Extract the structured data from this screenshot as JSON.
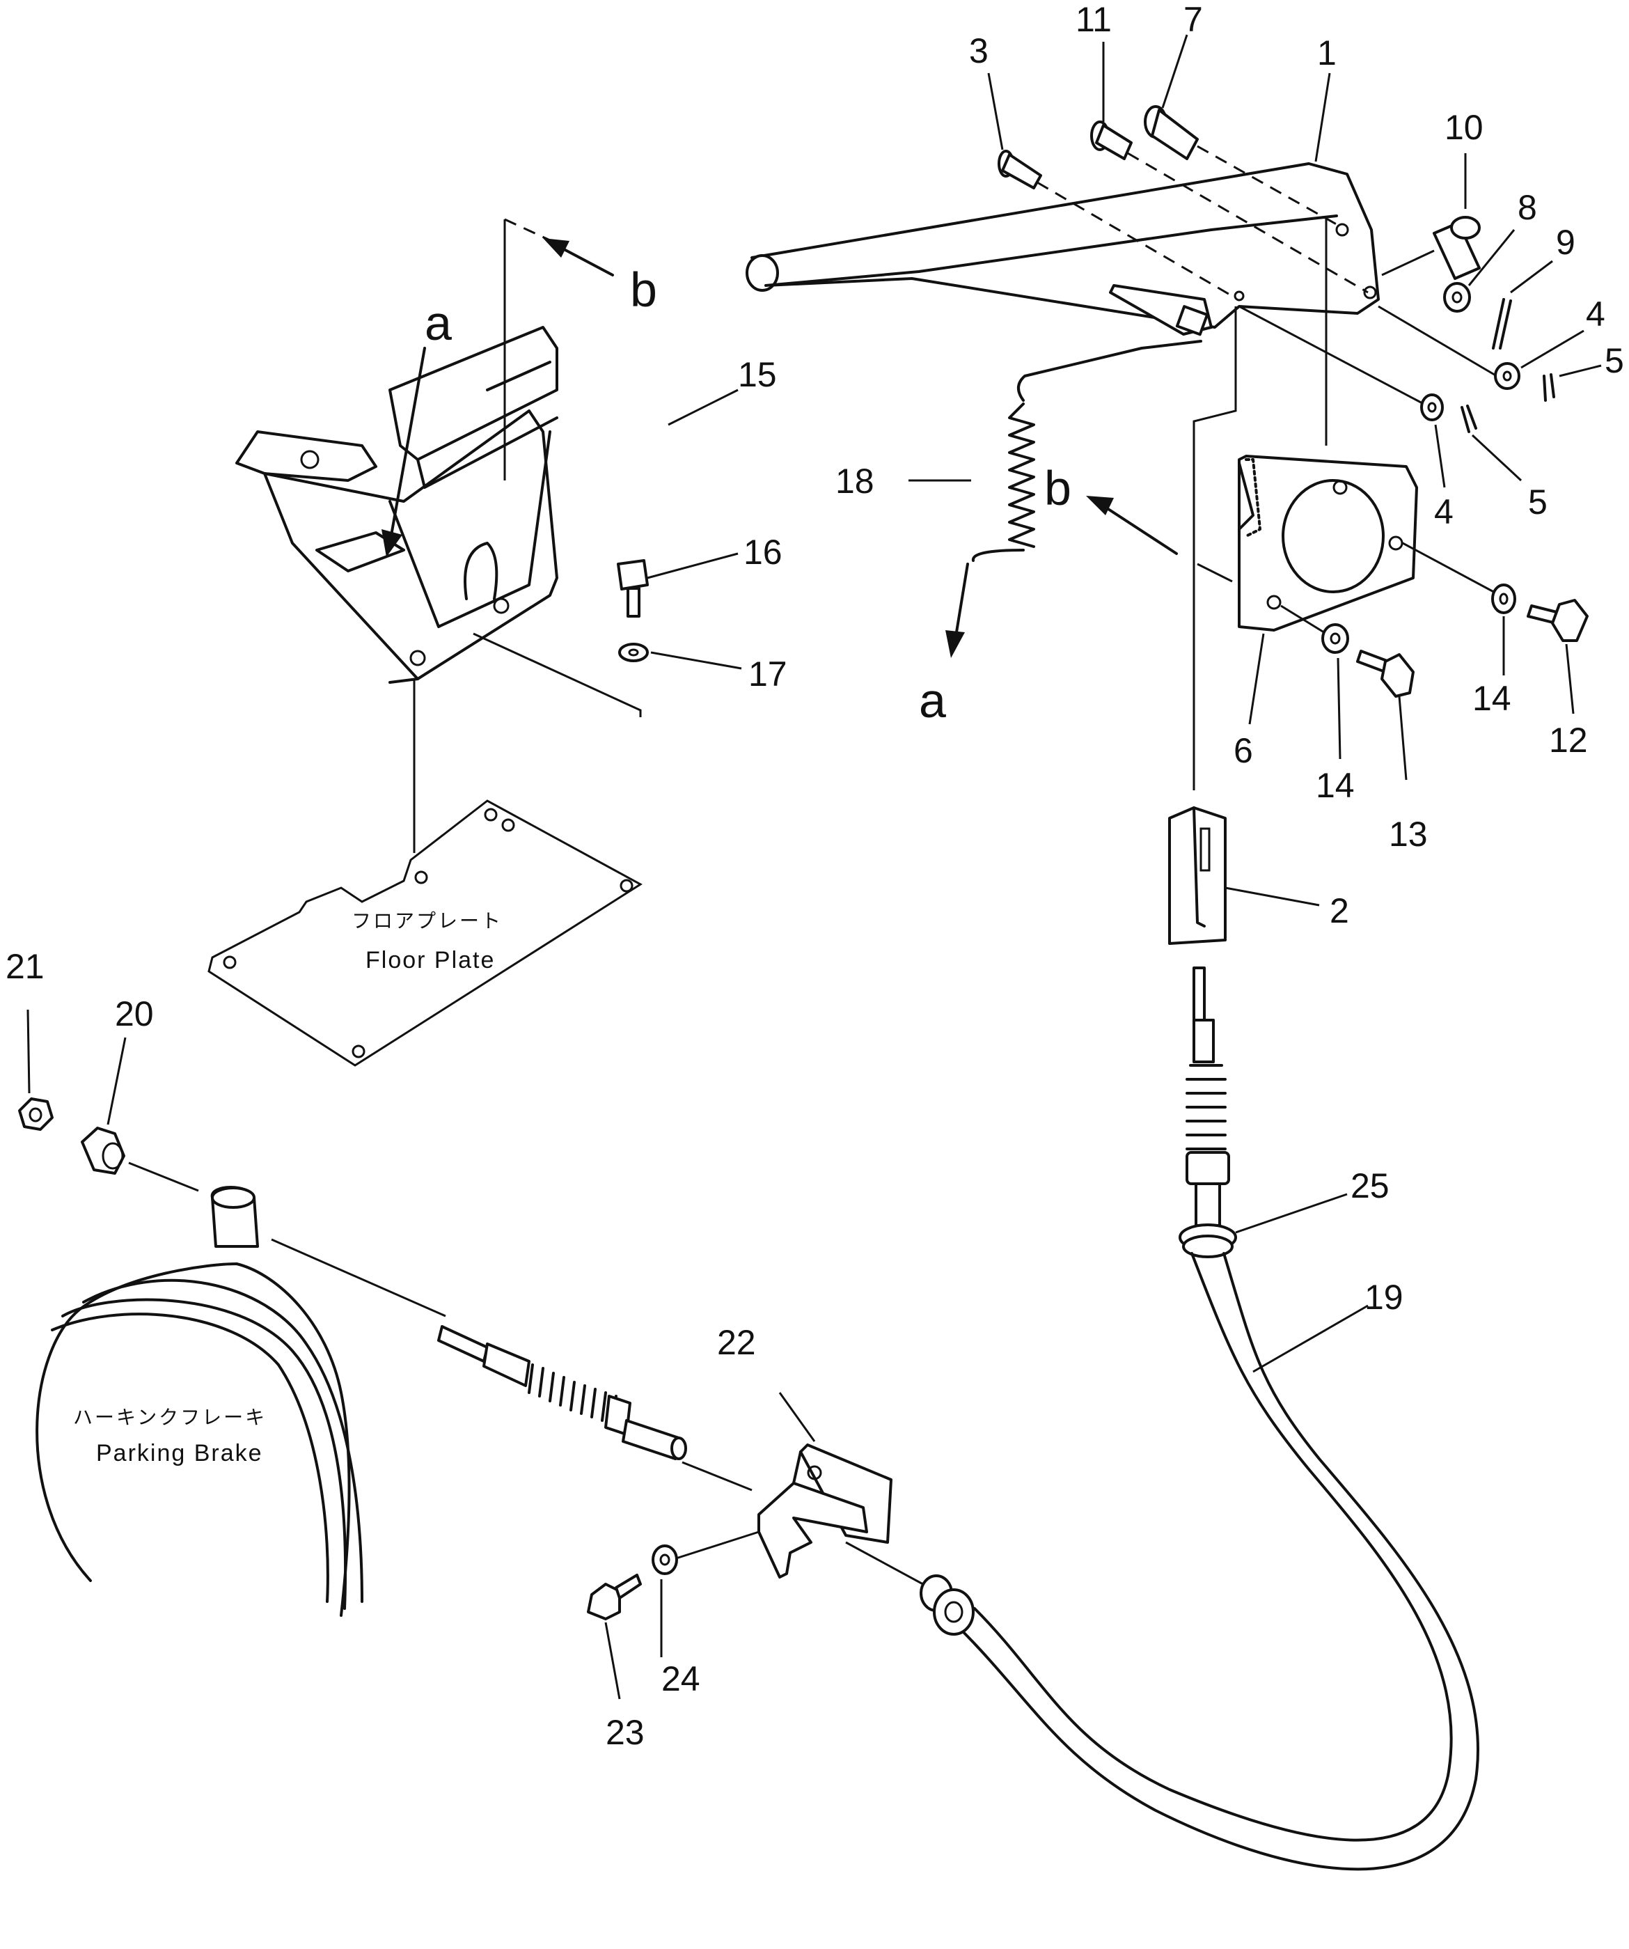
{
  "callouts": {
    "p1": "1",
    "p2": "2",
    "p3": "3",
    "p4a": "4",
    "p4b": "4",
    "p5a": "5",
    "p5b": "5",
    "p6": "6",
    "p7": "7",
    "p8": "8",
    "p9": "9",
    "p10": "10",
    "p11": "11",
    "p12": "12",
    "p13": "13",
    "p14a": "14",
    "p14b": "14",
    "p15": "15",
    "p16": "16",
    "p17": "17",
    "p18": "18",
    "p19": "19",
    "p20": "20",
    "p21": "21",
    "p22": "22",
    "p23": "23",
    "p24": "24",
    "p25": "25"
  },
  "markers": {
    "a_top": "a",
    "b_top": "b",
    "a_bottom": "a",
    "b_right": "b"
  },
  "captions": {
    "floor_plate_jp": "フロアプレート",
    "floor_plate_en": "Floor Plate",
    "parking_brake_jp": "ハーキンクフレーキ",
    "parking_brake_en": "Parking Brake"
  }
}
